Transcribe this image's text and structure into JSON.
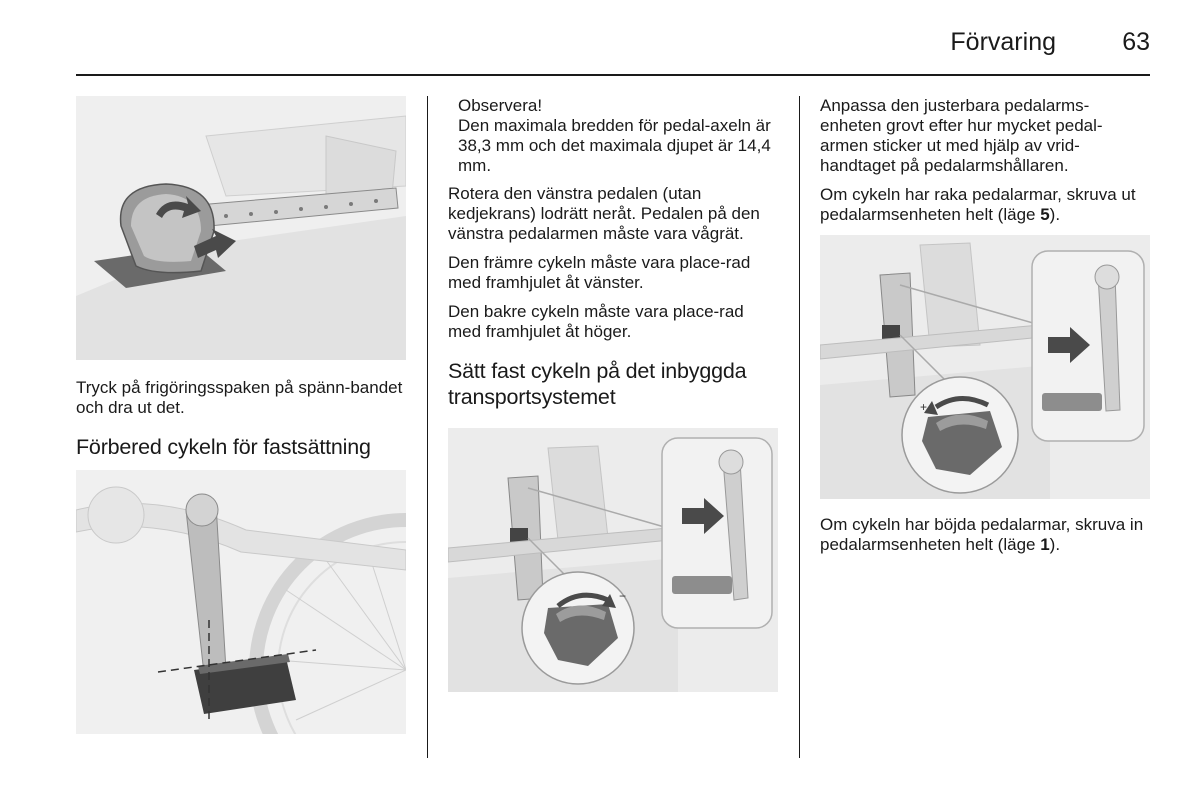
{
  "header": {
    "section_title": "Förvaring",
    "page_number": "63"
  },
  "col1": {
    "p1": "Tryck på frigöringsspaken på spänn-bandet och dra ut det.",
    "h_prepare": "Förbered cykeln för fastsättning"
  },
  "col2": {
    "note_title": "Observera!",
    "note_text": "Den maximala bredden för pedal-axeln är 38,3 mm och det maximala djupet är 14,4 mm.",
    "p1": "Rotera den vänstra pedalen (utan kedjekrans) lodrätt neråt. Pedalen på den vänstra pedalarmen måste vara vågrät.",
    "p2": "Den främre cykeln måste vara place-rad med framhjulet åt vänster.",
    "p3": "Den bakre cykeln måste vara place-rad med framhjulet åt höger.",
    "h_attach": "Sätt fast cykeln på det inbyggda transportsystemet"
  },
  "col3": {
    "p1": "Anpassa den justerbara pedalarms-enheten grovt efter hur mycket pedal-armen sticker ut med hjälp av vrid-handtaget på pedalarmshållaren.",
    "p2_pre": "Om cykeln har raka pedalarmar, skruva ut pedalarmsenheten helt (läge ",
    "p2_pos": "5",
    "p2_post": ").",
    "fig_label_plus": "+",
    "fig_label_minus": "−",
    "p3_pre": "Om cykeln har böjda pedalarmar, skruva in pedalarmsenheten helt (läge ",
    "p3_pos": "1",
    "p3_post": ")."
  },
  "colors": {
    "text": "#1a1a1a",
    "figure_bg": "#ededed",
    "arrow": "#4a4a4a"
  }
}
